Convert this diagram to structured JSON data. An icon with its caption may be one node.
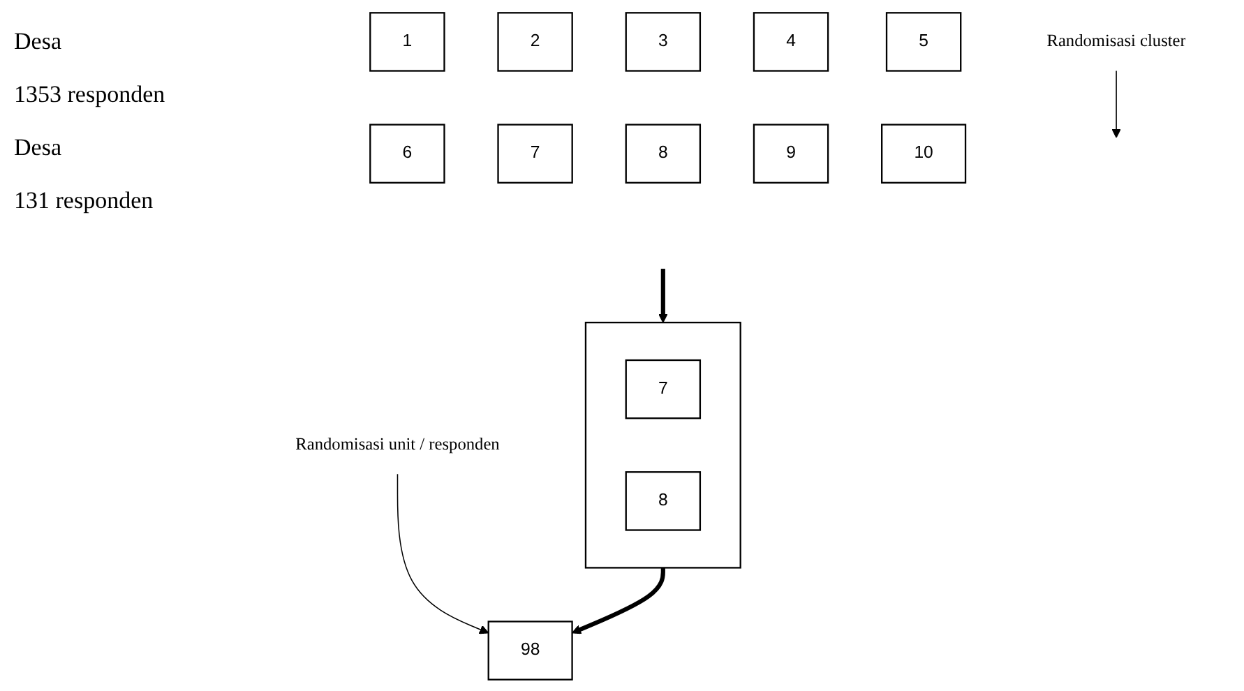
{
  "diagram": {
    "nodes": [
      {
        "text": [
          "1"
        ]
      },
      {
        "text": [
          "2"
        ]
      },
      {
        "text": [
          "3"
        ]
      },
      {
        "text": [
          "4"
        ]
      },
      {
        "text": [
          "5"
        ]
      },
      {
        "text": [
          "6"
        ]
      },
      {
        "text": [
          "7"
        ]
      },
      {
        "text": [
          "8"
        ]
      },
      {
        "text": [
          "9"
        ]
      },
      {
        "text": [
          "10"
        ]
      },
      {
        "text": [],
        "shape": "box"
      },
      {
        "text": [
          "7"
        ],
        "in": 10
      },
      {
        "text": [
          "8"
        ],
        "in": 10
      },
      {
        "text": [
          "98"
        ]
      },
      {
        "text": [
          "Randomisasi cluster"
        ]
      },
      {
        "text": [
          "Randomisasi unit / responden"
        ]
      }
    ],
    "edges": [
      {
        "from": null,
        "to": 10,
        "arrow": "to",
        "style": "thick"
      },
      {
        "from": 14,
        "to": null,
        "arrow": "to"
      },
      {
        "from": 10,
        "to": 13,
        "arrow": "to",
        "style": "thick"
      },
      {
        "from": 15,
        "to": 13,
        "arrow": "to"
      }
    ],
    "labels": [
      "Desa",
      "1353 responden",
      "Desa",
      "131 responden"
    ]
  }
}
